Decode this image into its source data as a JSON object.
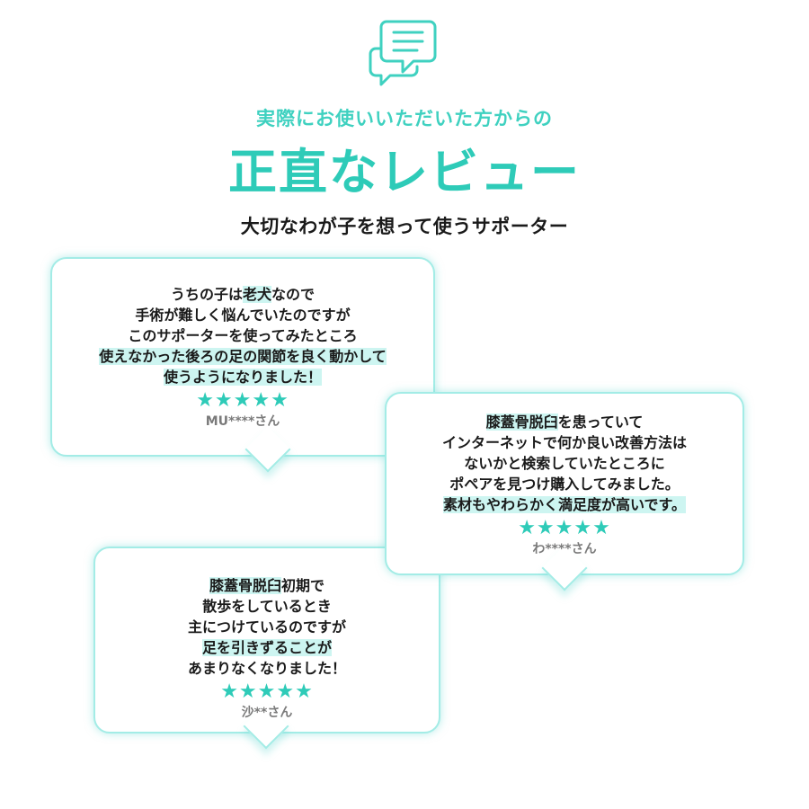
{
  "header": {
    "icon": "chat-bubbles-icon",
    "subtitle": "実際にお使いいただいた方からの",
    "title": "正直なレビュー",
    "tagline": "大切なわが子を想って使うサポーター"
  },
  "colors": {
    "accent": "#2ecbb8",
    "highlight": "#cdf5f1",
    "bubble_border": "#a3ece6",
    "reviewer_text": "#7a7a7a"
  },
  "reviews": [
    {
      "lines": [
        [
          "うちの子は",
          "老犬",
          "なので"
        ],
        [
          "手術が難しく悩んでいたのですが"
        ],
        [
          "このサポーターを使ってみたところ"
        ],
        [
          "",
          "使えなかった後ろの足の関節を良く動かして",
          ""
        ],
        [
          "",
          "使うようになりました！",
          ""
        ]
      ],
      "stars": "★★★★★",
      "reviewer": "MU****さん"
    },
    {
      "lines": [
        [
          "",
          "膝蓋骨脱臼",
          "を患っていて"
        ],
        [
          "インターネットで何か良い改善方法は"
        ],
        [
          "ないかと検索していたところに"
        ],
        [
          "ポペアを見つけ購入してみました。"
        ],
        [
          "",
          "素材もやわらかく満足度が高いです。",
          ""
        ]
      ],
      "stars": "★★★★★",
      "reviewer": "わ****さん"
    },
    {
      "lines": [
        [
          "",
          "膝蓋骨脱臼",
          "初期で"
        ],
        [
          "散歩をしているとき"
        ],
        [
          "主につけているのですが"
        ],
        [
          "",
          "足を引きずることが",
          ""
        ],
        [
          "あまりなくなりました！"
        ]
      ],
      "stars": "★★★★★",
      "reviewer": "沙**さん"
    }
  ]
}
